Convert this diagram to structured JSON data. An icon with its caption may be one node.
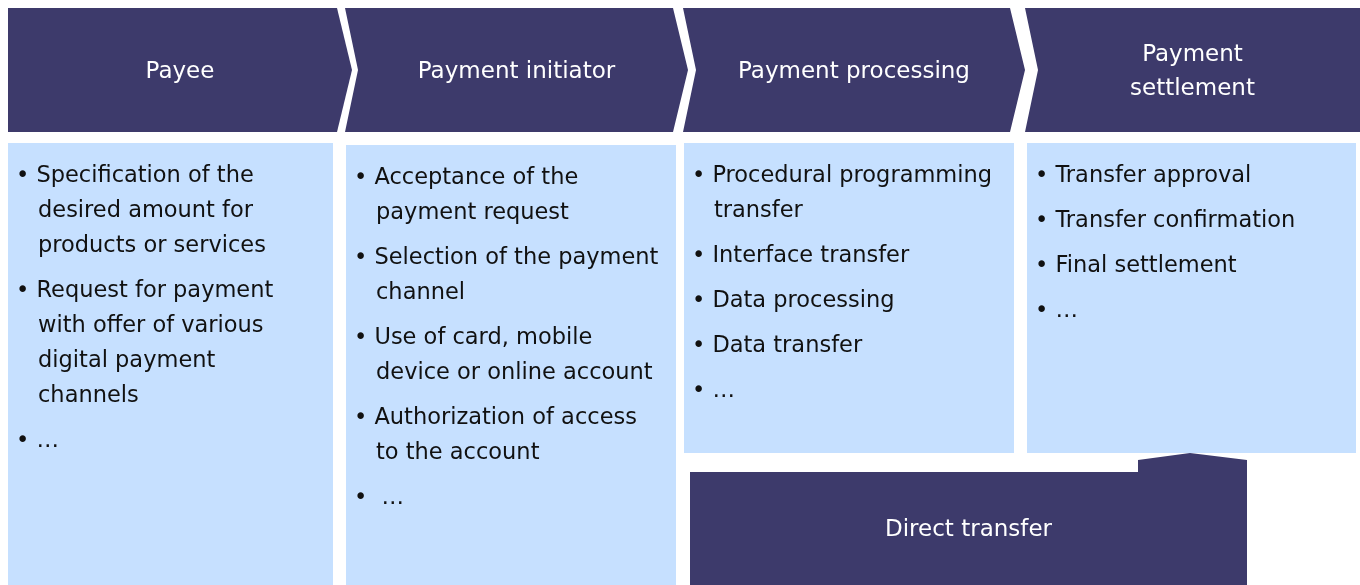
{
  "diagram": {
    "nodes": [
      {
        "text": [
          "Payee"
        ]
      },
      {
        "text": [
          "Payment initiator"
        ]
      },
      {
        "text": [
          "Payment processing"
        ]
      },
      {
        "text": [
          "Payment settlement"
        ]
      },
      {
        "text": [
          "• Specification of the desired amount for products or services",
          "• Request for payment with offer of various digital payment channels",
          "• …"
        ]
      },
      {
        "text": [
          "• Acceptance of the payment request",
          "• Selection of the payment channel",
          "• Use of card, mobile device or online account",
          "• Authorization of access to the account",
          "•  …"
        ]
      },
      {
        "text": [
          "• Procedural programming transfer",
          "• Interface transfer",
          "• Data processing",
          "• Data transfer",
          "• …"
        ]
      },
      {
        "text": [
          "• Transfer approval",
          "• Transfer confirmation",
          "• Final settlement",
          "• …"
        ]
      },
      {
        "text": [
          "Direct transfer"
        ]
      }
    ]
  }
}
